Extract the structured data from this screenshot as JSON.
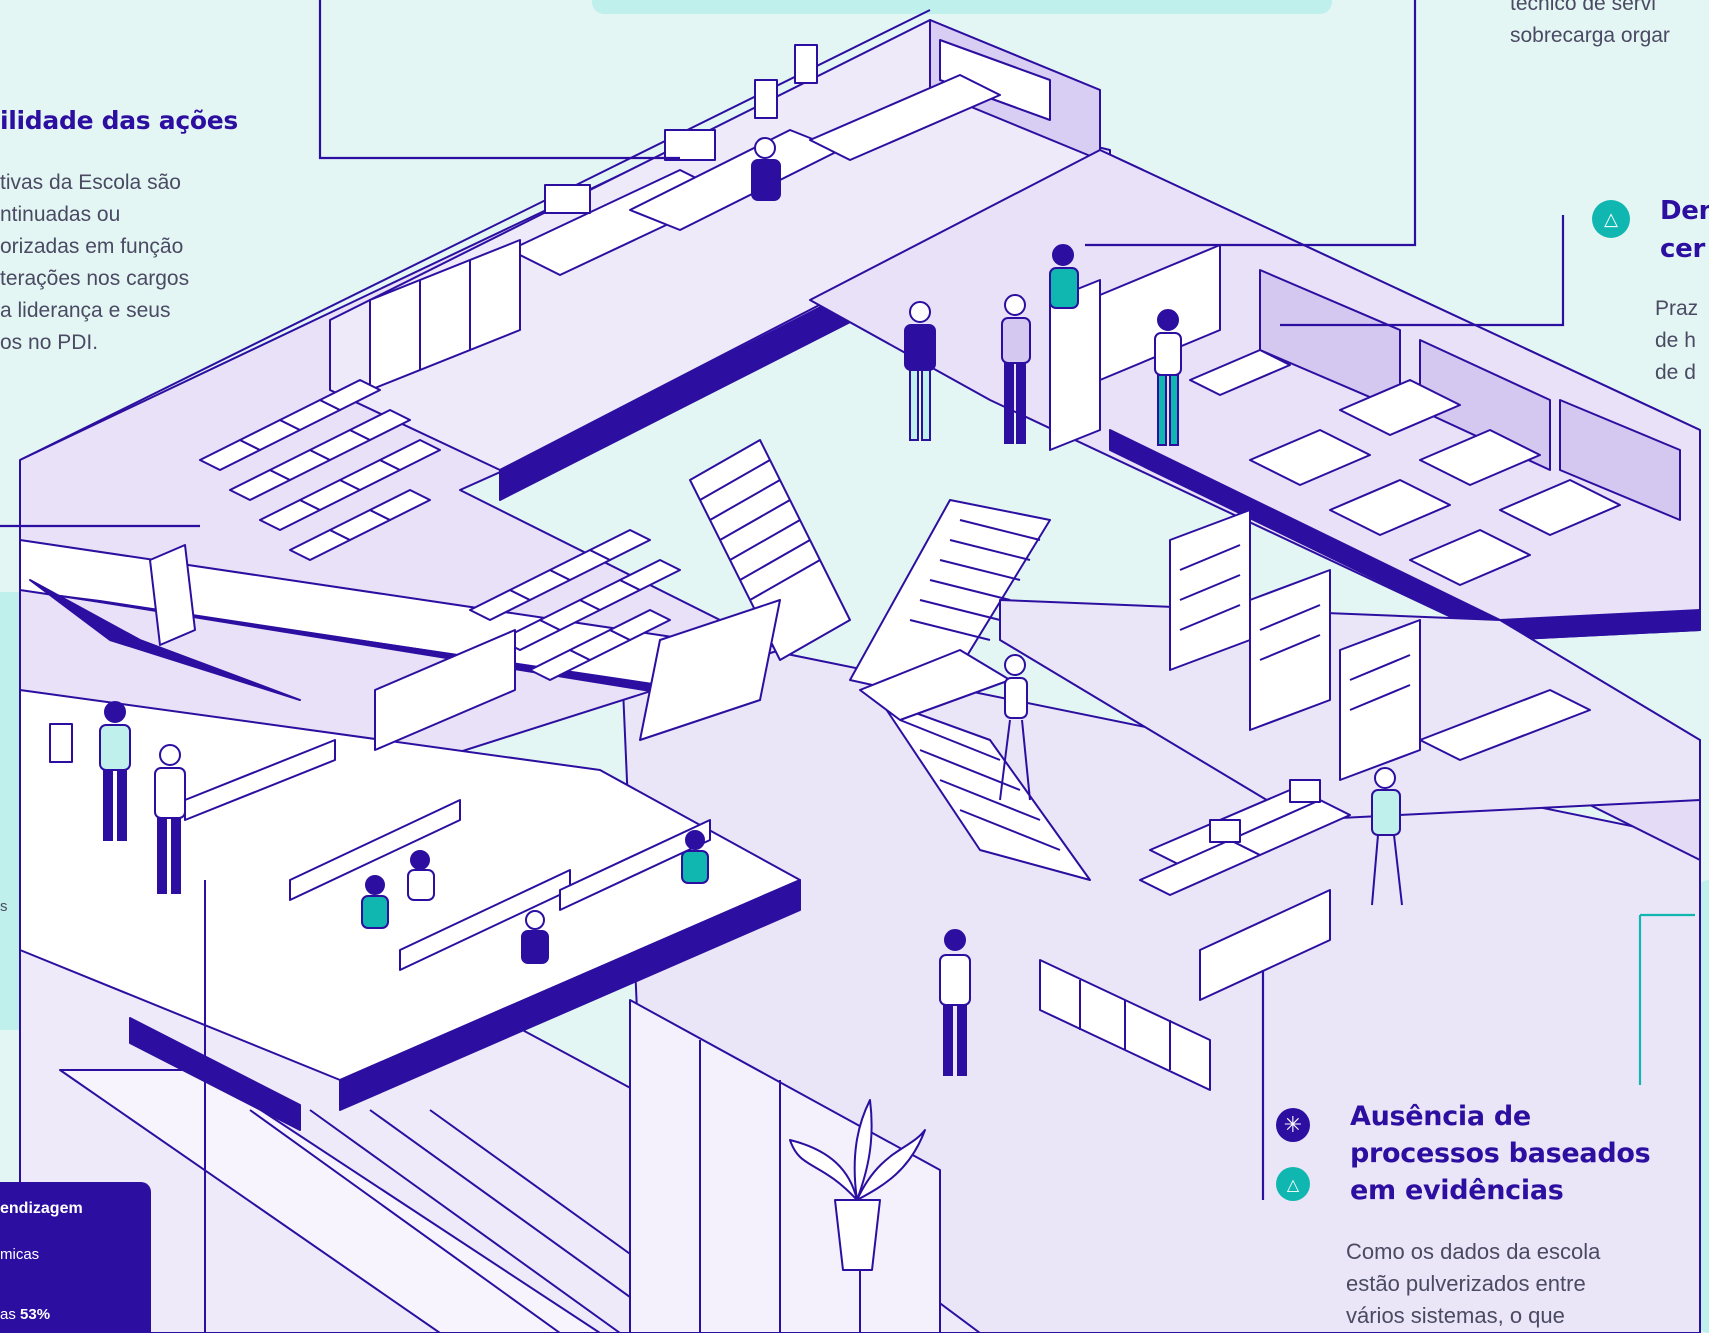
{
  "callouts": {
    "top_right_cut": {
      "line1": "técnico de servi",
      "line2": "sobrecarga orgar"
    },
    "sustainability": {
      "title": "ilidade das ações",
      "body": "tivas da Escola são\nntinuadas ou\norizadas em função\nterações nos cargos\na liderança e seus\nos no PDI."
    },
    "certification": {
      "title_line1": "Dem",
      "title_line2": "cer",
      "body": "Praz\nde h\nde d",
      "icon": "triangle-icon"
    },
    "evidence": {
      "title": "Ausência de\nprocessos baseados\nem evidências",
      "body": "Como os dados da escola\nestão pulverizados entre\nvários sistemas, o que",
      "icons": [
        "asterisk-icon",
        "triangle-icon"
      ]
    },
    "learning_box": {
      "title": "endizagem",
      "line2": "micas",
      "line3_prefix": "as ",
      "line3_value": "53%"
    },
    "left_panel_letter": "s"
  },
  "colors": {
    "background": "#e4f6f4",
    "panel": "#bff0ec",
    "brand_purple": "#2c0fa0",
    "accent_teal": "#10b7b1",
    "floor_lilac": "#e8e1f7",
    "wall_lilac": "#d4c8f0"
  }
}
